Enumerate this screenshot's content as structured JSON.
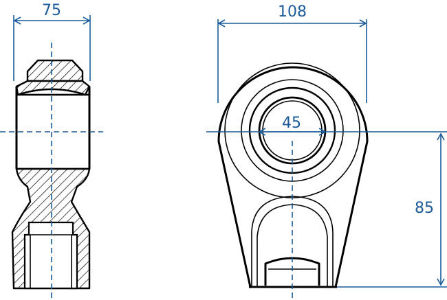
{
  "dimensions": {
    "width_side": "75",
    "width_front": "108",
    "bore_diameter": "45",
    "center_height": "85"
  },
  "colors": {
    "dimension": "#1a5a9a",
    "outline": "#000000",
    "background": "#ffffff"
  }
}
